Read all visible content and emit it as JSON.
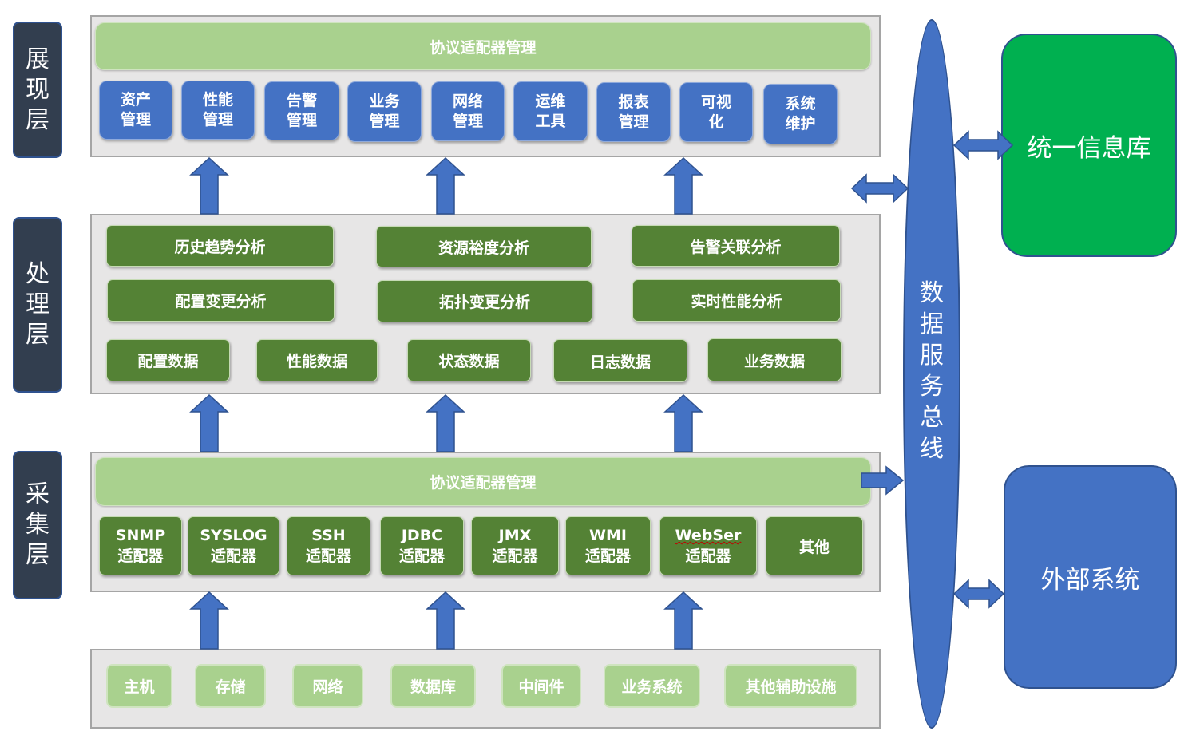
{
  "layers": {
    "presentation": "展现层",
    "processing": "处理层",
    "collection": "采集层"
  },
  "presentation": {
    "header": "协议适配器管理",
    "modules": [
      "资产管理",
      "性能管理",
      "告警管理",
      "业务管理",
      "网络管理",
      "运维工具",
      "报表管理",
      "可视化",
      "系统维护"
    ]
  },
  "processing": {
    "analysis_rows": [
      [
        "历史趋势分析",
        "资源裕度分析",
        "告警关联分析"
      ],
      [
        "配置变更分析",
        "拓扑变更分析",
        "实时性能分析"
      ]
    ],
    "data_types": [
      "配置数据",
      "性能数据",
      "状态数据",
      "日志数据",
      "业务数据"
    ]
  },
  "collection": {
    "header": "协议适配器管理",
    "adapters": [
      {
        "name": "SNMP",
        "suffix": "适配器"
      },
      {
        "name": "SYSLOG",
        "suffix": "适配器"
      },
      {
        "name": "SSH",
        "suffix": "适配器"
      },
      {
        "name": "JDBC",
        "suffix": "适配器"
      },
      {
        "name": "JMX",
        "suffix": "适配器"
      },
      {
        "name": "WMI",
        "suffix": "适配器"
      },
      {
        "name": "WebSer",
        "suffix": "适配器"
      },
      {
        "name": "其他",
        "suffix": ""
      }
    ]
  },
  "sources": [
    "主机",
    "存储",
    "网络",
    "数据库",
    "中间件",
    "业务系统",
    "其他辅助设施"
  ],
  "bus": {
    "label": "数据服务总线"
  },
  "unified_db": {
    "label": "统一信息库"
  },
  "external": {
    "label": "外部系统"
  },
  "colors": {
    "layer_label_bg": "#323e4f",
    "blue": "#4472c4",
    "dark_green": "#548235",
    "light_green": "#a9d18e",
    "bright_green": "#00b050",
    "panel_gray": "#e7e6e6"
  }
}
